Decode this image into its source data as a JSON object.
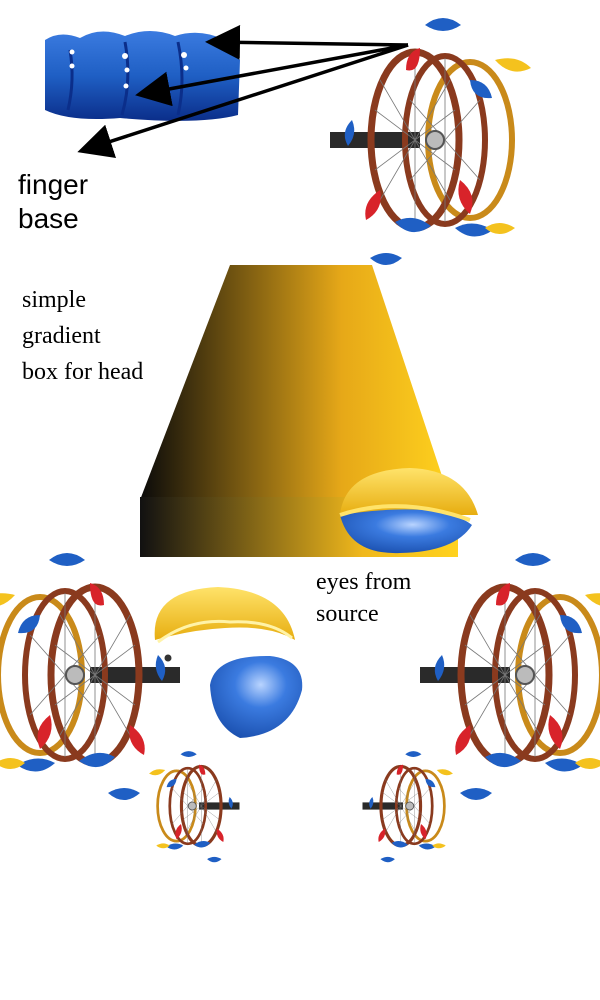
{
  "labels": {
    "finger_base": "finger\nbase",
    "gradient_box": "simple\ngradient\nbox for head",
    "eyes": "eyes from\nsource"
  },
  "colors": {
    "blue_part": "#1f5fc4",
    "blue_dark": "#0b2e8a",
    "yellow_part": "#f4c21e",
    "red_part": "#d8232a",
    "rim_brown": "#8a3a1e",
    "rim_gold": "#c98a1a",
    "gradient_dark": "#0a0a0a",
    "gradient_light": "#ffd21e",
    "arrow": "#000000"
  },
  "icons": [
    "blue-finger-base-part",
    "wheel-assembly-icon",
    "yellow-eye-shell-icon",
    "blue-eye-shell-icon"
  ]
}
